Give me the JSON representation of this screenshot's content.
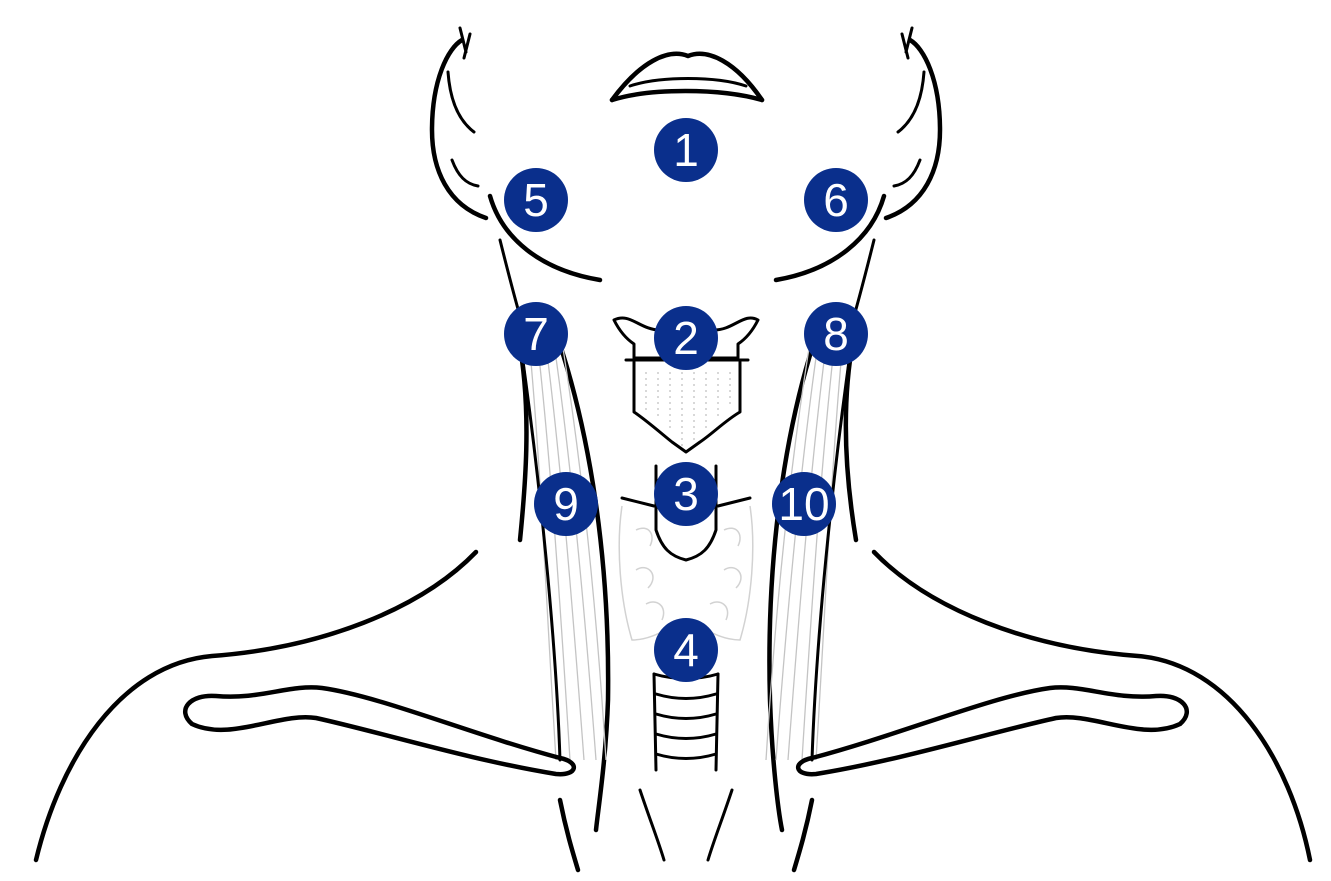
{
  "diagram": {
    "markers": [
      {
        "id": "m1",
        "label": "1",
        "region": "chin"
      },
      {
        "id": "m2",
        "label": "2",
        "region": "hyoid"
      },
      {
        "id": "m3",
        "label": "3",
        "region": "larynx"
      },
      {
        "id": "m4",
        "label": "4",
        "region": "trachea"
      },
      {
        "id": "m5",
        "label": "5",
        "region": "jaw-right"
      },
      {
        "id": "m6",
        "label": "6",
        "region": "jaw-left"
      },
      {
        "id": "m7",
        "label": "7",
        "region": "upper-neck-right"
      },
      {
        "id": "m8",
        "label": "8",
        "region": "upper-neck-left"
      },
      {
        "id": "m9",
        "label": "9",
        "region": "lower-neck-right"
      },
      {
        "id": "m10",
        "label": "10",
        "region": "lower-neck-left"
      }
    ],
    "colors": {
      "marker_fill": "#0a2f8c",
      "marker_text": "#ffffff",
      "outline": "#000000",
      "muscle_fiber": "#c4c4c4"
    }
  }
}
